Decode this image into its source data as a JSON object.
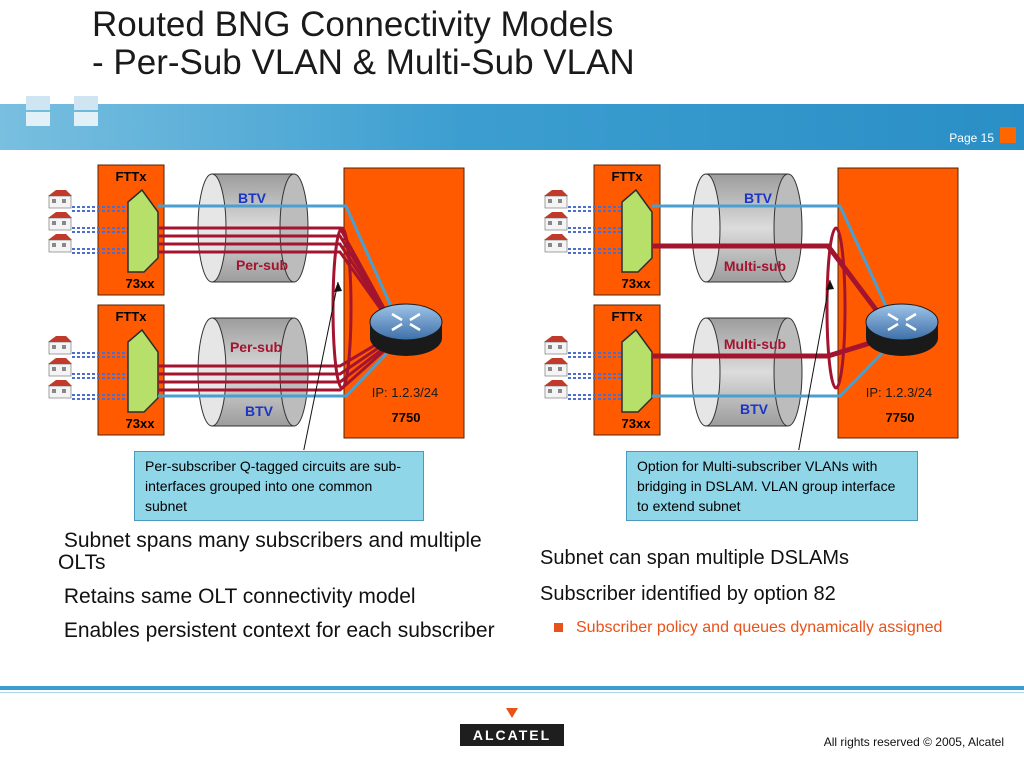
{
  "title": {
    "line1": "Routed BNG Connectivity Models",
    "line2": "- Per-Sub VLAN & Multi-Sub VLAN"
  },
  "page": {
    "label": "Page 15"
  },
  "colors": {
    "accent_orange": "#ff5a00",
    "band_blue": "#3c9ed0",
    "vlan_red": "#a3142f",
    "btv_blue": "#1a35c8",
    "link_blue": "#4a9fd0"
  },
  "left_diagram": {
    "top_node": {
      "type": "FTTx",
      "model": "73xx",
      "cyl_top": "BTV",
      "cyl_bottom": "Per-sub"
    },
    "bottom_node": {
      "type": "FTTx",
      "model": "73xx",
      "cyl_top": "Per-sub",
      "cyl_bottom": "BTV"
    },
    "router": {
      "ip": "IP: 1.2.3/24",
      "model": "7750"
    },
    "callout": "Per-subscriber Q-tagged circuits are sub-interfaces grouped into one common subnet"
  },
  "right_diagram": {
    "top_node": {
      "type": "FTTx",
      "model": "73xx",
      "cyl_top": "BTV",
      "cyl_bottom": "Multi-sub"
    },
    "bottom_node": {
      "type": "FTTx",
      "model": "73xx",
      "cyl_top": "Multi-sub",
      "cyl_bottom": "BTV"
    },
    "router": {
      "ip": "IP: 1.2.3/24",
      "model": "7750"
    },
    "callout": "Option for Multi-subscriber VLANs with bridging in DSLAM.  VLAN group interface to extend subnet"
  },
  "left_bullets": [
    "Subnet spans many subscribers and multiple OLTs",
    "Retains same OLT connectivity model",
    "Enables persistent context for each subscriber"
  ],
  "right_bullets": [
    "Subnet can span multiple DSLAMs",
    "Subscriber identified by option 82"
  ],
  "right_sub_bullet": "Subscriber policy and queues dynamically assigned",
  "logo": {
    "text": "ALCATEL"
  },
  "footer": {
    "copyright": "All rights reserved © 2005, Alcatel"
  }
}
